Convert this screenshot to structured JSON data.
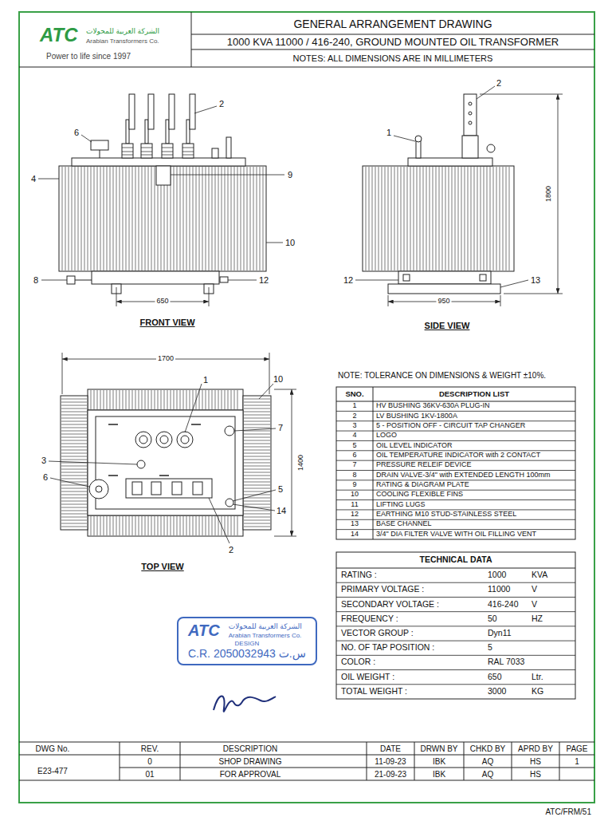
{
  "diagram": {
    "title": "GENERAL ARRANGEMENT DRAWING",
    "nodes": [
      {
        "text": [
          "ATC",
          "الشركة العربية للمحولات",
          "Arabian Transformers Co.",
          "DESIGN",
          "C.R. 2050032943 س.ت"
        ]
      }
    ],
    "labels": [
      "ATC",
      "الشركة العربية للمحولات",
      "Arabian Transformers Co.",
      "Power to life since 1997",
      "1000 KVA 11000 / 416-240, GROUND MOUNTED OIL TRANSFORMER",
      "NOTES: ALL DIMENSIONS ARE IN MILLIMETERS",
      "2",
      "6",
      "4",
      "9",
      "10",
      "8",
      "12",
      "650",
      "FRONT VIEW",
      "2",
      "1",
      "1800",
      "12",
      "13",
      "950",
      "SIDE VIEW",
      "1700",
      "1",
      "10",
      "7",
      "3",
      "6",
      "1400",
      "5",
      "14",
      "2",
      "TOP VIEW",
      "NOTE: TOLERANCE ON DIMENSIONS & WEIGHT ±10%.",
      "SNO.",
      "DESCRIPTION LIST",
      "1",
      "HV BUSHING 36KV-630A PLUG-IN",
      "2",
      "LV BUSHING 1KV-1800A",
      "3",
      "5 - POSITION OFF - CIRCUIT TAP CHANGER",
      "4",
      "LOGO",
      "5",
      "OIL LEVEL INDICATOR",
      "6",
      "OIL TEMPERATURE INDICATOR with 2 CONTACT",
      "7",
      "PRESSURE RELEIF DEVICE",
      "8",
      "DRAIN VALVE-3/4\" with EXTENDED LENGTH 100mm",
      "9",
      "RATING & DIAGRAM PLATE",
      "10",
      "COOLING FLEXIBLE FINS",
      "11",
      "LIFTING LUGS",
      "12",
      "EARTHING M10 STUD-STAINLESS STEEL",
      "13",
      "BASE CHANNEL",
      "14",
      "3/4\" DIA FILTER VALVE WITH OIL FILLING VENT",
      "TECHNICAL DATA",
      "RATING :",
      "1000",
      "KVA",
      "PRIMARY VOLTAGE :",
      "11000",
      "V",
      "SECONDARY VOLTAGE :",
      "416-240",
      "V",
      "FREQUENCY :",
      "50",
      "HZ",
      "VECTOR GROUP :",
      "Dyn11",
      "NO. OF TAP POSITION :",
      "5",
      "COLOR :",
      "RAL 7033",
      "OIL WEIGHT :",
      "650",
      "Ltr.",
      "TOTAL WEIGHT :",
      "3000",
      "KG",
      "DWG No.",
      "REV.",
      "DESCRIPTION",
      "DATE",
      "DRWN BY",
      "CHKD BY",
      "APRD BY",
      "PAGE",
      "E23-477",
      "0",
      "SHOP DRAWING",
      "11-09-23",
      "IBK",
      "AQ",
      "HS",
      "1",
      "01",
      "FOR APPROVAL",
      "21-09-23",
      "IBK",
      "AQ",
      "HS",
      "ATC/FRM/51"
    ]
  }
}
